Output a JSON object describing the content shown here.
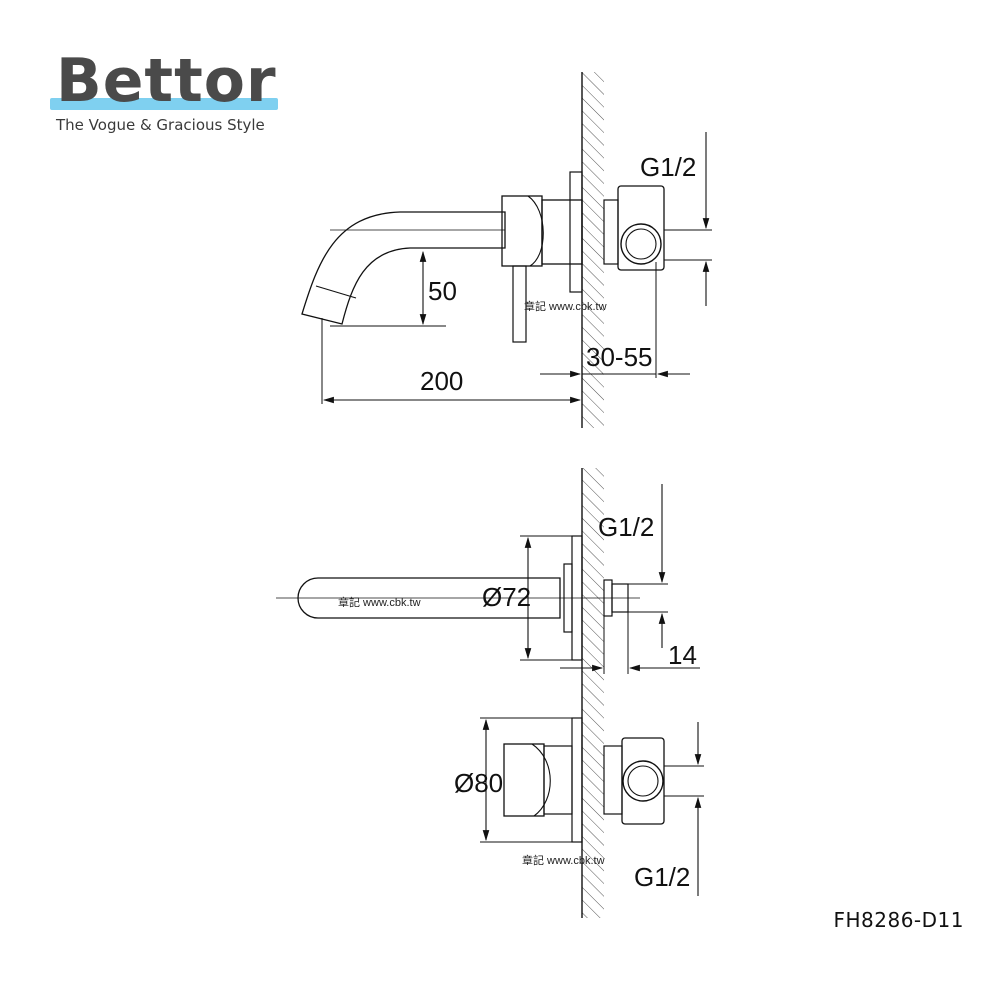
{
  "brand": {
    "name": "Bettor",
    "tagline": "The Vogue & Gracious Style"
  },
  "model_code": "FH8286-D11",
  "watermark": "章記 www.cbk.tw",
  "dimensions": {
    "top_thread": "G1/2",
    "spout_height": "50",
    "spout_length": "200",
    "wall_depth": "30-55",
    "middle_thread": "G1/2",
    "plate_diameter": "Ø72",
    "spout_offset": "14",
    "valve_diameter": "Ø80",
    "bottom_thread": "G1/2"
  }
}
